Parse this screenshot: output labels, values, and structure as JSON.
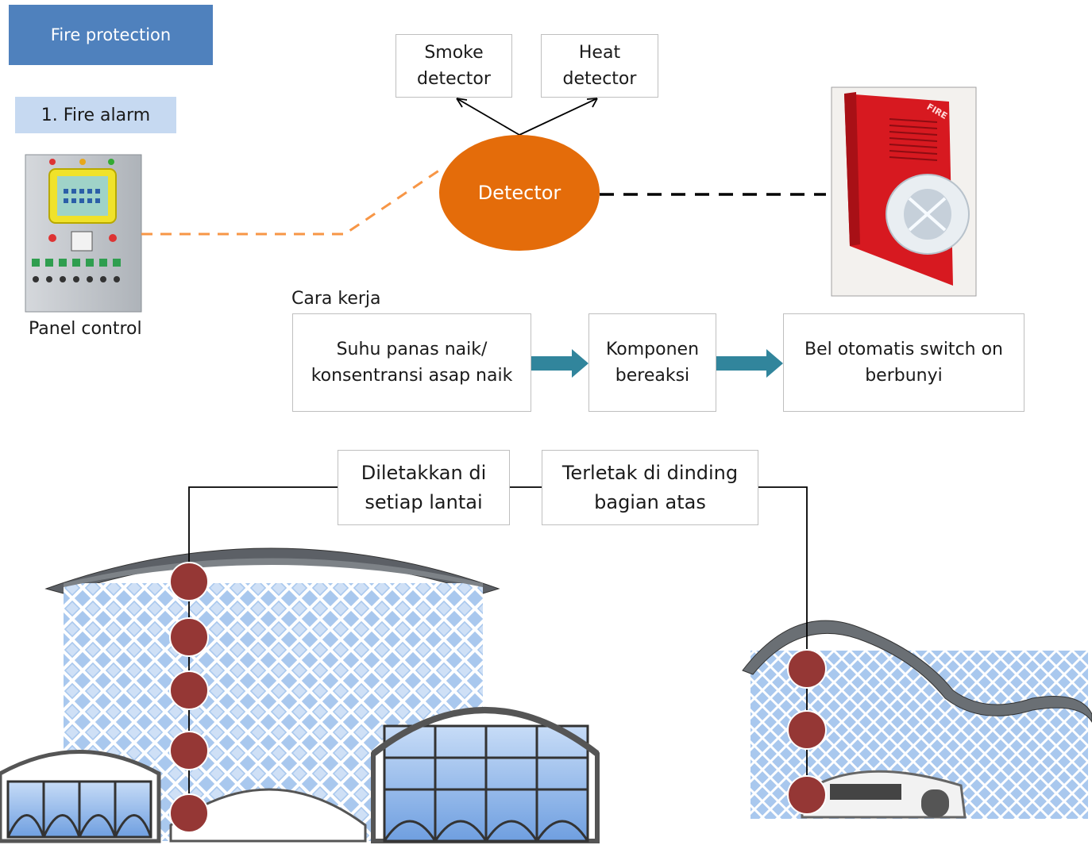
{
  "header": {
    "title": "Fire protection",
    "section": "1. Fire alarm"
  },
  "panel": {
    "caption": "Panel control"
  },
  "detector": {
    "label": "Detector",
    "types": [
      {
        "label": "Smoke\ndetector"
      },
      {
        "label": "Heat\ndetector"
      }
    ]
  },
  "alarm_device": {
    "label": "FIRE"
  },
  "process": {
    "heading": "Cara kerja",
    "steps": [
      {
        "label": "Suhu panas naik/\nkonsentransi asap naik"
      },
      {
        "label": "Komponen\nbereaksi"
      },
      {
        "label": "Bel otomatis switch on\nberbunyi"
      }
    ]
  },
  "placement": {
    "notes": [
      {
        "label": "Diletakkan di\nsetiap lantai"
      },
      {
        "label": "Terletak di dinding\nbagian atas"
      }
    ]
  },
  "colors": {
    "title_fill": "#4f81bd",
    "section_fill": "#c6d9f1",
    "detector_fill": "#e46c0a",
    "arrow_fill": "#31859c",
    "marker_fill": "#953735",
    "lattice": "#a9c8ee"
  }
}
